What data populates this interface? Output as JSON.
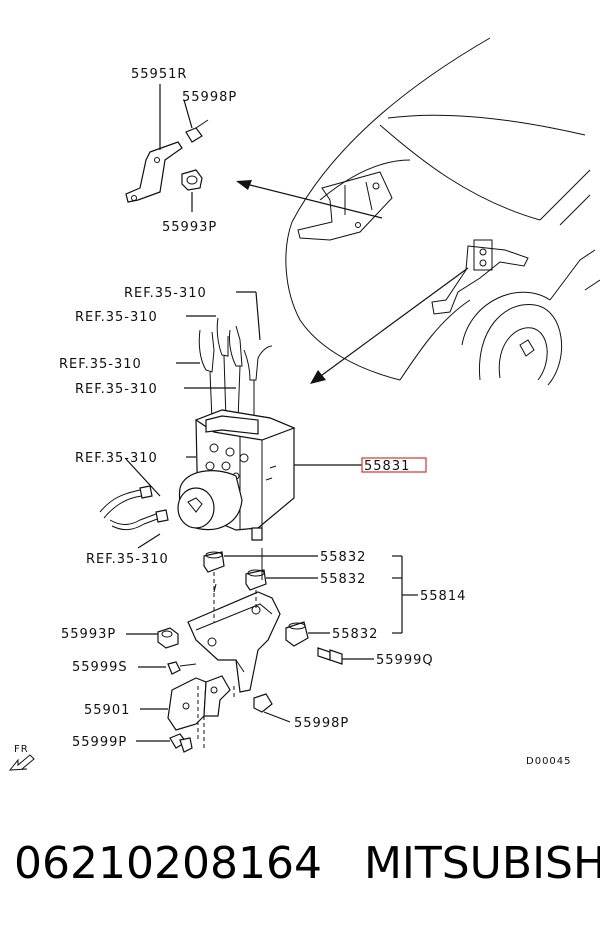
{
  "labels": {
    "bracket_top": "55951R",
    "clip_top": "55998P",
    "nut_top": "55993P",
    "ref1": "REF.35-310",
    "ref2": "REF.35-310",
    "ref3": "REF.35-310",
    "ref4": "REF.35-310",
    "ref5": "REF.35-310",
    "ref6": "REF.35-310",
    "abs_unit": "55831",
    "insulator1": "55832",
    "insulator2": "55832",
    "insulator3": "55832",
    "bracket_assy": "55814",
    "nut_left": "55993P",
    "bolt_right": "55999Q",
    "screw_left": "55999S",
    "bracket_bottom": "55901",
    "clip_bottom": "55998P",
    "bolt_bottom": "55999P",
    "front_marker": "FR",
    "diagram_code": "D00045"
  },
  "colors": {
    "highlight": "#e0403a",
    "line": "#111111"
  },
  "footer": {
    "part_number": "06210208164",
    "brand": "MITSUBISHI"
  }
}
